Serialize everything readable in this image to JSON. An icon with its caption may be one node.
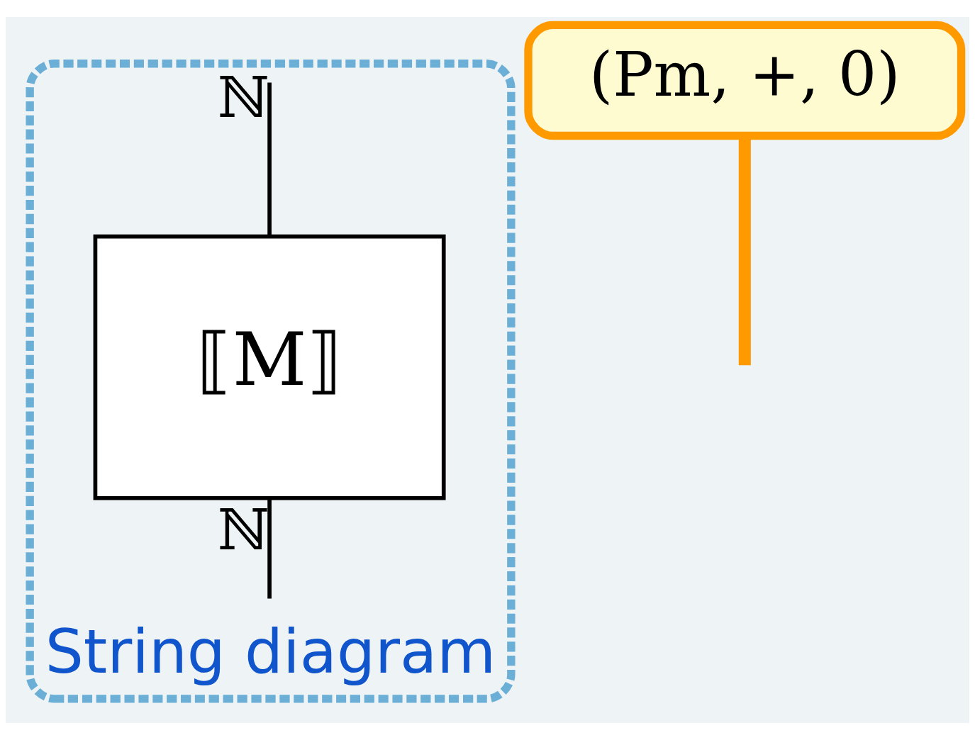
{
  "diagram": {
    "nodes": [
      {
        "text": [
          "String diagram"
        ]
      },
      {
        "text": [
          "⟦M⟧"
        ],
        "in": 0
      },
      {
        "text": [
          "(Pm, +, 0)"
        ]
      }
    ],
    "edges": [
      {
        "from": null,
        "to": 1,
        "arrow": "none",
        "label": "ℕ"
      },
      {
        "from": 1,
        "to": null,
        "arrow": "none",
        "label": "ℕ"
      },
      {
        "from": 2,
        "to": null,
        "arrow": "none",
        "style": "thick",
        "color": "#ff9900"
      }
    ]
  }
}
